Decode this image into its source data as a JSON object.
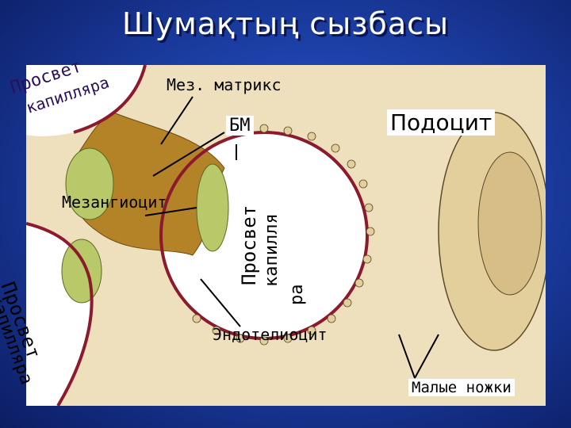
{
  "title": "Шумақтың сызбасы",
  "labels": {
    "lumen_top_1": "Просвет",
    "lumen_top_2": "капилляра",
    "mes_matrix": "Мез. матрикс",
    "bm": "БМ",
    "podocyte": "Подоцит",
    "mesangiocyte": "Мезангиоцит",
    "lumen_mid_1": "Просвет",
    "lumen_mid_2": "капилля",
    "lumen_mid_3": "ра",
    "lumen_left_1": "Просвет",
    "lumen_left_2": "капилляра",
    "endothelium": "Эндотелиоцит",
    "small_feet": "Малые ножки"
  },
  "colors": {
    "background": "#1c3fa6",
    "membrane": "#8b1a2e",
    "mesangium": "#b07a1e",
    "endothelial": "#b9c96a",
    "podocyte": "#e6d3a8",
    "lumen": "#ffffff"
  }
}
